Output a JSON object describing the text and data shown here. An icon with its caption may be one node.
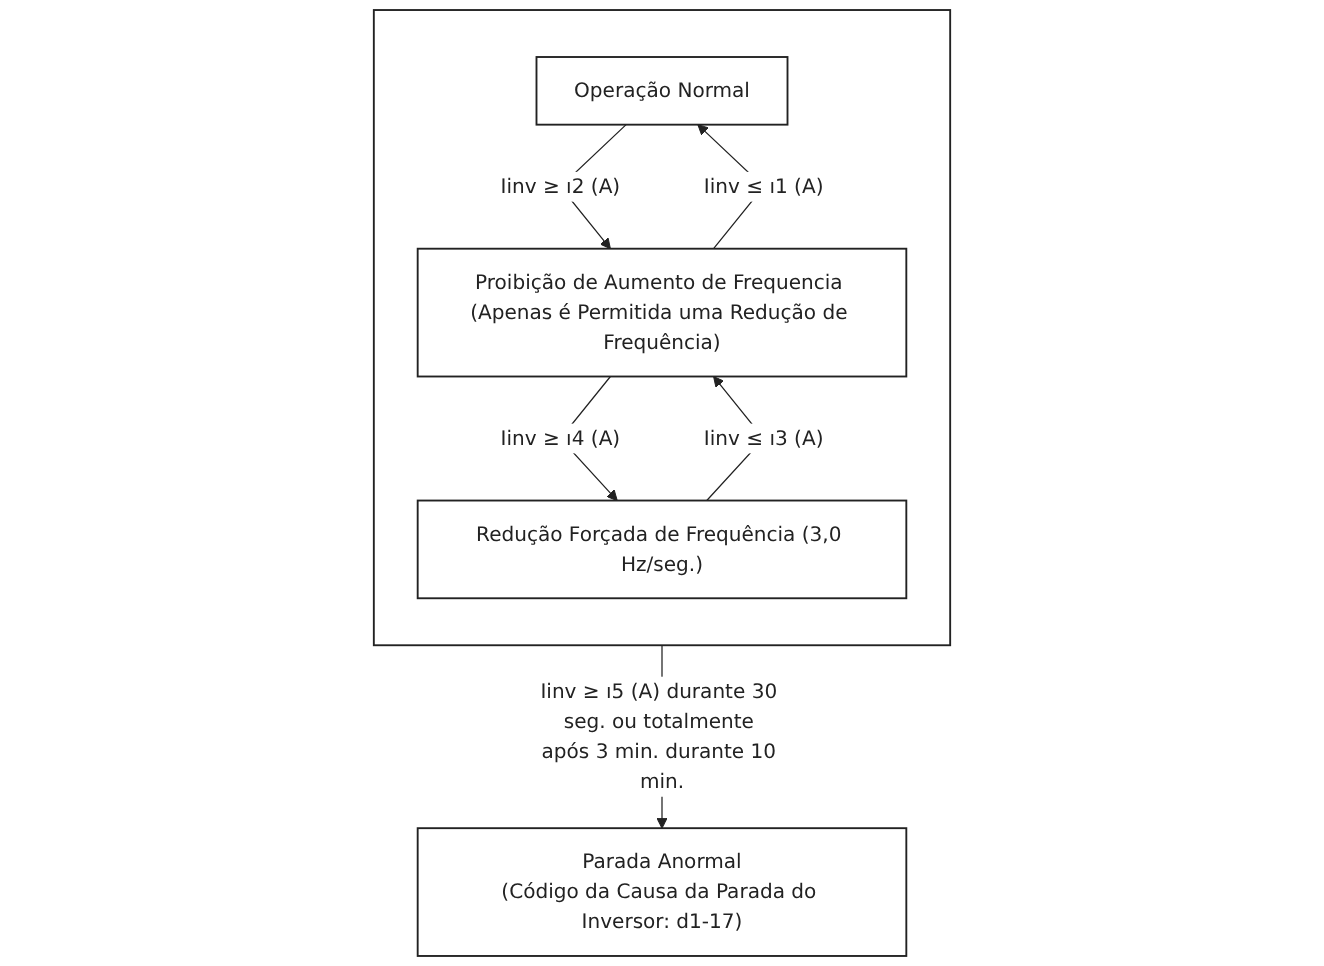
{
  "diagram": {
    "nodes": [
      {
        "text": [],
        "shape": "box"
      },
      {
        "text": [
          "Operação Normal"
        ],
        "in": 0
      },
      {
        "text": [
          "Proibição de Aumento de Frequencia (Apenas é Permitida uma Redução de Frequência)"
        ],
        "in": 0
      },
      {
        "text": [
          "Redução Forçada de Frequência (3,0 Hz/seg.)"
        ],
        "in": 0
      },
      {
        "text": [
          "Parada Anormal",
          "(Código da Causa da Parada do Inversor: d1-17)"
        ]
      }
    ],
    "edges": [
      {
        "from": 1,
        "to": 2,
        "arrow": "to",
        "label": "Iinv ≥ ı2 (A)"
      },
      {
        "from": 2,
        "to": 1,
        "arrow": "to",
        "label": "Iinv ≤ ı1 (A)"
      },
      {
        "from": 2,
        "to": 3,
        "arrow": "to",
        "label": "Iinv ≥ ı4 (A)"
      },
      {
        "from": 3,
        "to": 2,
        "arrow": "to",
        "label": "Iinv ≤ ı3 (A)"
      },
      {
        "from": 0,
        "to": 4,
        "arrow": "to",
        "label": "Iinv ≥ ı5 (A) durante 30 seg. ou totalmente após 3 min. durante 10 min."
      }
    ]
  }
}
